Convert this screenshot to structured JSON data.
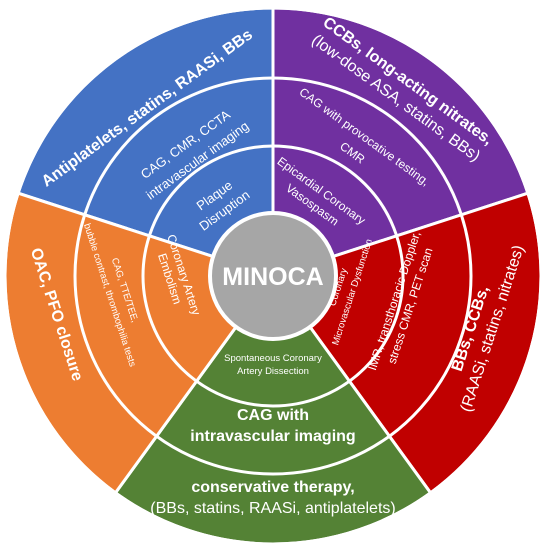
{
  "center": {
    "label": "MINOCA",
    "color": "#a6a6a6"
  },
  "sectors": [
    {
      "id": "plaque",
      "color": "#4472c4",
      "cause": [
        "Plaque",
        "Disruption"
      ],
      "diagnosis": [
        "CAG, CMR, CCTA",
        "intravascular imaging"
      ],
      "therapy": [
        "Antiplatelets, statins, RAASi, BBs"
      ]
    },
    {
      "id": "vasospasm",
      "color": "#7030a0",
      "cause": [
        "Epicardial Coronary",
        "Vasospasm"
      ],
      "diagnosis": [
        "CAG with provocative testing,",
        "CMR"
      ],
      "therapy": [
        "CCBs, long-acting nitrates,",
        "(low-dose ASA, statins, BBs)"
      ]
    },
    {
      "id": "microvascular",
      "color": "#c00000",
      "cause": [
        "Coronary",
        "Microvascular Dysfunction"
      ],
      "diagnosis": [
        "IMR, transthoracic Doppler,",
        "stress CMR, PET scan"
      ],
      "therapy": [
        "BBs, CCBs,",
        "(RAASi, statins, nitrates)"
      ]
    },
    {
      "id": "scad",
      "color": "#548235",
      "cause": [
        "Spontaneous Coronary",
        "Artery Dissection"
      ],
      "diagnosis": [
        "CAG with",
        "intravascular imaging"
      ],
      "therapy": [
        "conservative therapy,",
        "(BBs, statins, RAASi, antiplatelets)"
      ]
    },
    {
      "id": "embolism",
      "color": "#ed7d31",
      "cause": [
        "Coronary Artery",
        "Embolism"
      ],
      "diagnosis": [
        "CAG, TTE/TEE,",
        "bubble contrast, thrombophilia tests"
      ],
      "therapy": [
        "OAC, PFO closure"
      ]
    }
  ]
}
